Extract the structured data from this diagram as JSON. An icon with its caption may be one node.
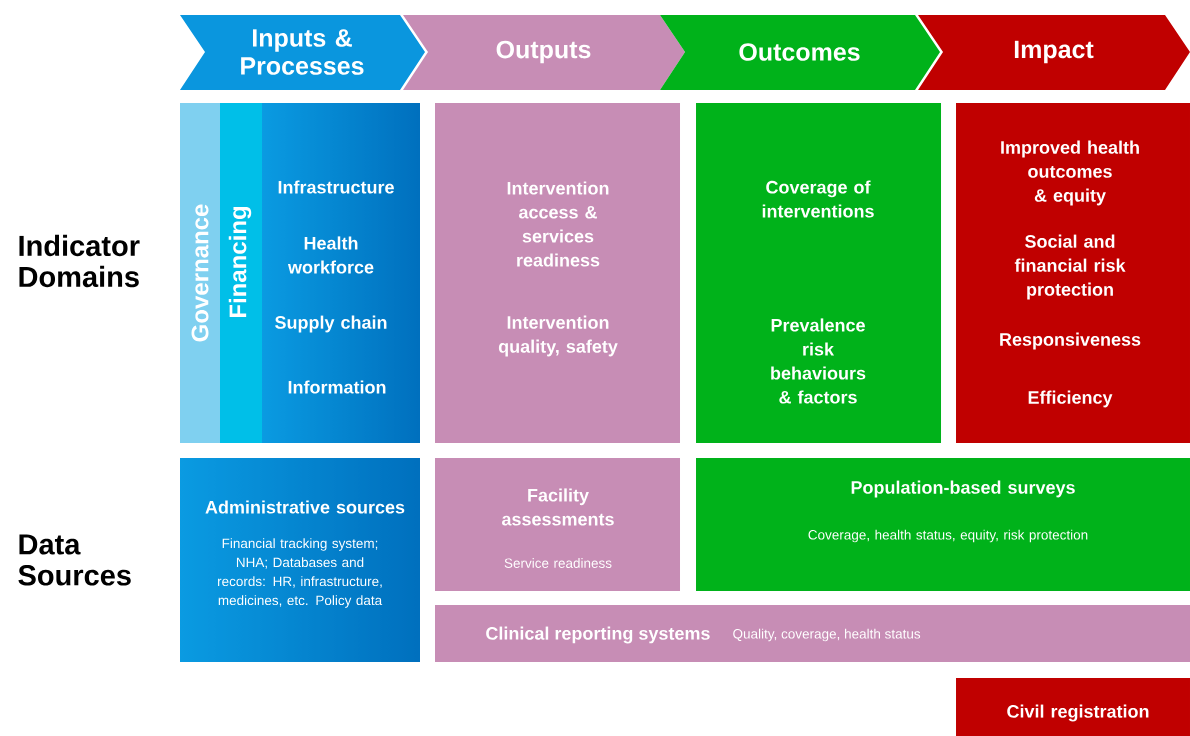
{
  "diagram": {
    "nodes": [
      {
        "text": [
          "Inputs & Processes"
        ]
      },
      {
        "text": [
          "Outputs"
        ]
      },
      {
        "text": [
          "Outcomes"
        ]
      },
      {
        "text": [
          "Impact"
        ]
      },
      {
        "text": [
          "Governance"
        ]
      },
      {
        "text": [
          "Financing"
        ]
      },
      {
        "text": [
          "Infrastructure",
          "Health workforce",
          "Supply chain",
          "Information"
        ]
      },
      {
        "text": [
          "Intervention access & services readiness",
          "Intervention quality, safety"
        ]
      },
      {
        "text": [
          "Coverage of interventions",
          "Prevalence risk behaviours & factors"
        ]
      },
      {
        "text": [
          "Improved health outcomes & equity",
          "Social and financial risk protection",
          "Responsiveness",
          "Efficiency"
        ]
      },
      {
        "text": [
          "Administrative sources",
          "Financial tracking system; NHA; Databases and records: HR, infrastructure, medicines, etc. Policy data"
        ]
      },
      {
        "text": [
          "Facility assessments",
          "Service readiness"
        ]
      },
      {
        "text": [
          "Population-based surveys",
          "Coverage, health status, equity, risk protection"
        ]
      },
      {
        "text": [
          "Clinical reporting systems",
          "Quality, coverage, health status"
        ]
      },
      {
        "text": [
          "Civil registration"
        ]
      }
    ],
    "labels": [
      "Indicator Domains",
      "Data Sources"
    ]
  }
}
